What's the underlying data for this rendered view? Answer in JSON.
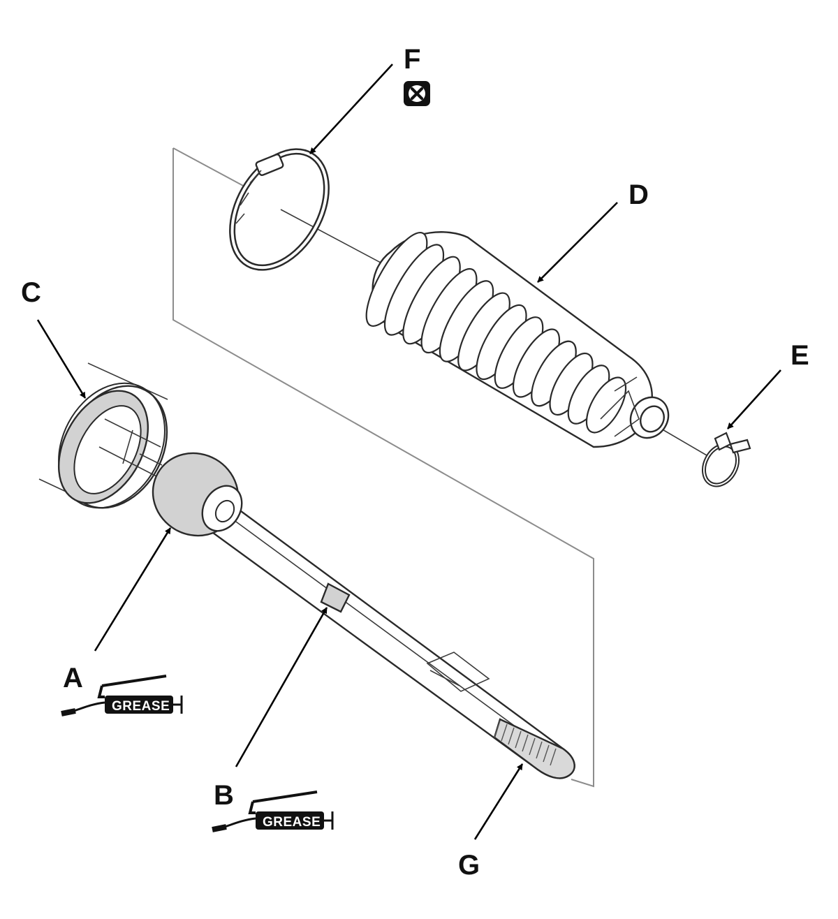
{
  "labels": {
    "A": "A",
    "B": "B",
    "C": "C",
    "D": "D",
    "E": "E",
    "F": "F",
    "G": "G"
  },
  "grease": {
    "label": "GREASE"
  },
  "icons": {
    "replace_symbol": "x-box-icon"
  },
  "colors": {
    "line": "#2a2a2a",
    "grease_area": "#d2d2d2",
    "plane": "#8c8c8c"
  }
}
